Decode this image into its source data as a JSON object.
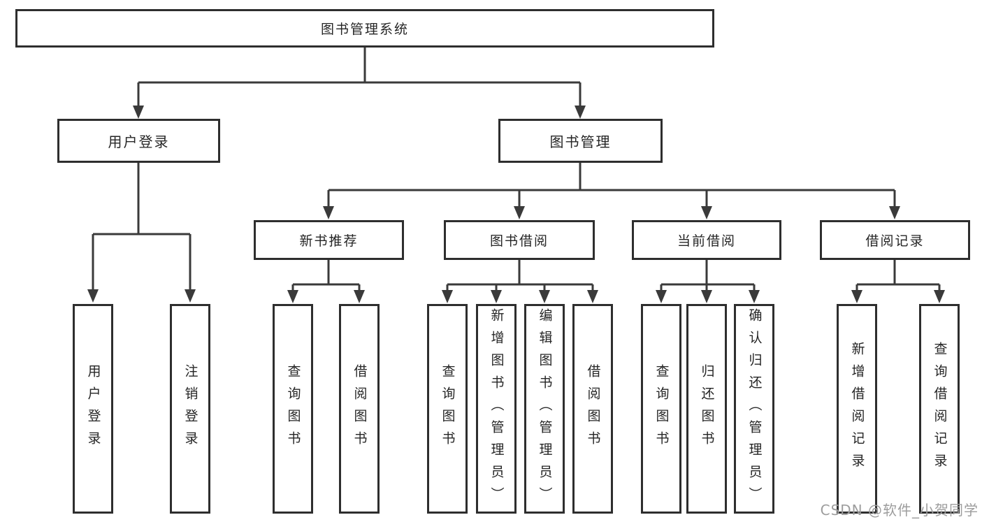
{
  "diagram": {
    "title": "图书管理系统",
    "root": {
      "label": "图书管理系统"
    },
    "user_login": {
      "label": "用户登录",
      "children": [
        "用户登录",
        "注销登录"
      ]
    },
    "book_management": {
      "label": "图书管理"
    },
    "new_book_recommend": {
      "label": "新书推荐",
      "children": [
        "查询图书",
        "借阅图书"
      ]
    },
    "book_borrowing": {
      "label": "图书借阅",
      "children": [
        "查询图书",
        "新增图书（管理员）",
        "编辑图书（管理员）",
        "借阅图书"
      ]
    },
    "current_borrowing": {
      "label": "当前借阅",
      "children": [
        "查询图书",
        "归还图书",
        "确认归还（管理员）"
      ]
    },
    "borrowing_records": {
      "label": "借阅记录",
      "children": [
        "新增借阅记录",
        "查询借阅记录"
      ]
    }
  },
  "watermark": {
    "text": "CSDN @软件_小贺同学"
  },
  "colors": {
    "line": "#3a3a3a",
    "box_border": "#2e2e2e",
    "text": "#252525",
    "watermark": "#9d9d9d",
    "background": "#ffffff"
  }
}
